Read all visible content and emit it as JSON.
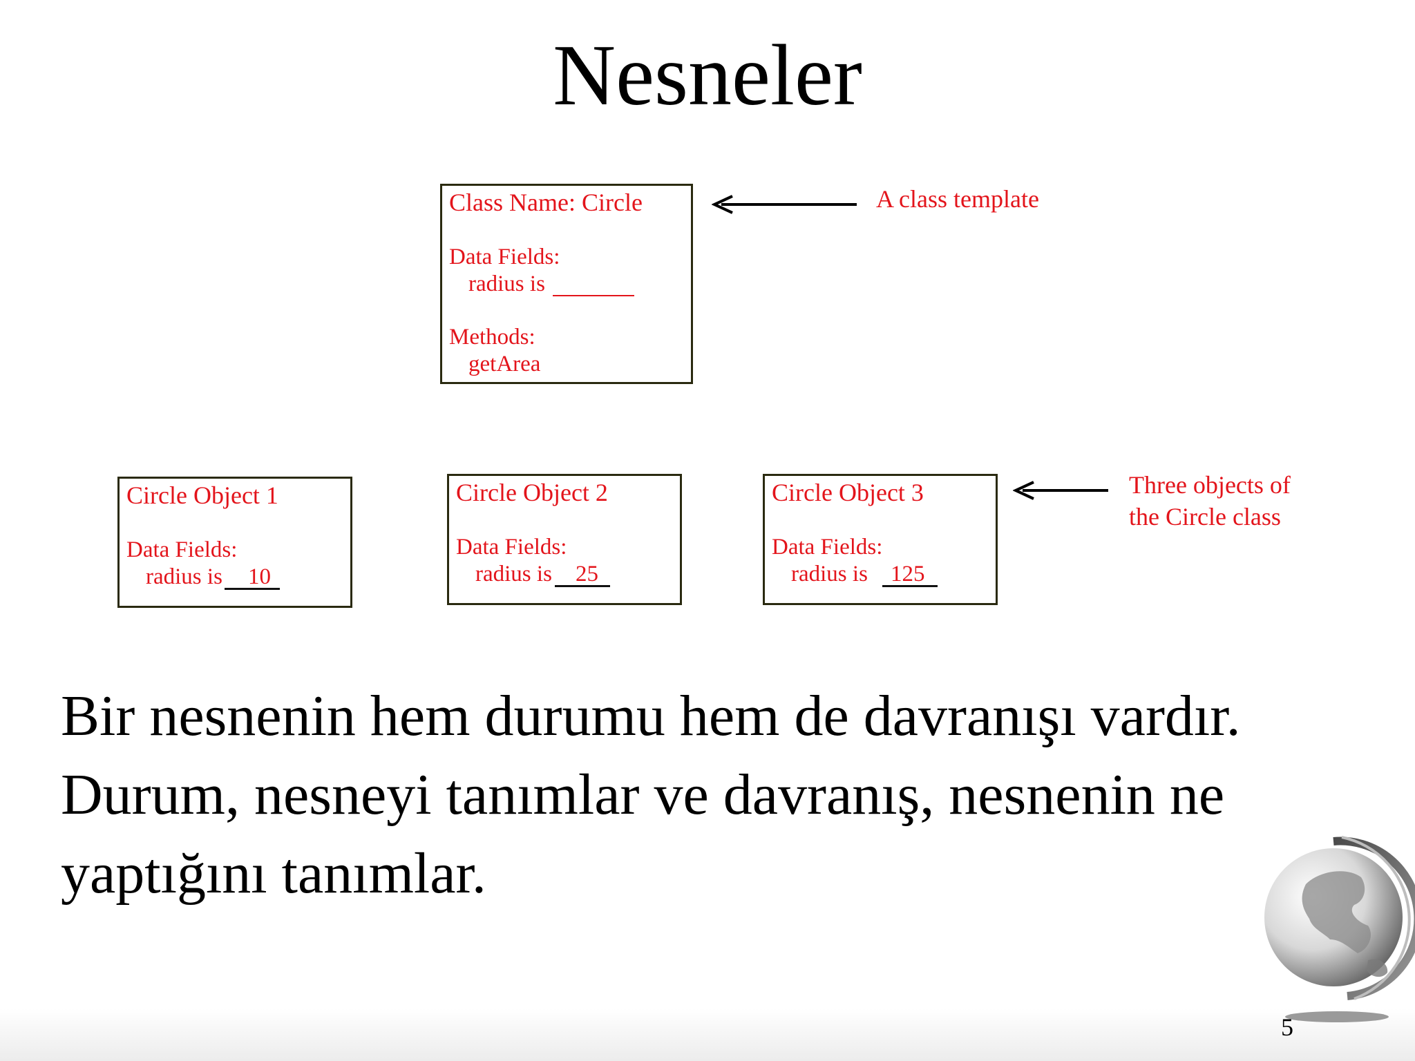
{
  "slide": {
    "title": "Nesneler",
    "page_number": "5"
  },
  "class_box": {
    "name": "Class Name: Circle",
    "data_fields_label": "Data Fields:",
    "field": "radius is",
    "methods_label": "Methods:",
    "method": "getArea"
  },
  "class_annotation": "A class template",
  "objects": [
    {
      "name": "Circle Object 1",
      "data_fields_label": "Data Fields:",
      "field": "radius is",
      "value": "10"
    },
    {
      "name": "Circle Object 2",
      "data_fields_label": "Data Fields:",
      "field": "radius is",
      "value": "25"
    },
    {
      "name": "Circle Object 3",
      "data_fields_label": "Data Fields:",
      "field": "radius is",
      "value": "125"
    }
  ],
  "objects_annotation": {
    "line1": "Three objects of",
    "line2": "the Circle class"
  },
  "body": {
    "line1": "Bir nesnenin hem durumu hem de davranışı vardır.",
    "line2": "Durum, nesneyi tanımlar ve davranış, nesnenin ne",
    "line3": "yaptığını tanımlar."
  },
  "colors": {
    "diagram_text": "#e3141b",
    "box_border": "#2a2a10",
    "body_text": "#000000"
  },
  "icons": [
    "globe-logo-icon",
    "arrow-left-icon"
  ]
}
